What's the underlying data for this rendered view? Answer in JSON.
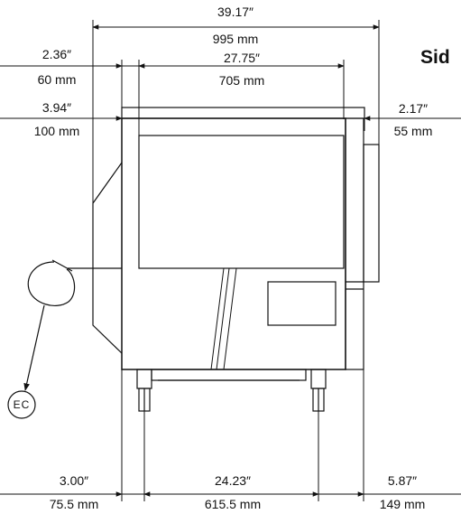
{
  "view_title": "Sid",
  "callout": {
    "label": "EC"
  },
  "dimensions": {
    "overall_width_in": "39.17″",
    "overall_width_mm": "995 mm",
    "top_width_in": "27.75″",
    "top_width_mm": "705 mm",
    "left_offset_1_in": "2.36″",
    "left_offset_1_mm": "60 mm",
    "left_offset_2_in": "3.94″",
    "left_offset_2_mm": "100 mm",
    "right_offset_in": "2.17″",
    "right_offset_mm": "55 mm",
    "bottom_left_in": "3.00″",
    "bottom_left_mm": "75.5 mm",
    "bottom_center_in": "24.23″",
    "bottom_center_mm": "615.5 mm",
    "bottom_right_in": "5.87″",
    "bottom_right_mm": "149 mm"
  }
}
